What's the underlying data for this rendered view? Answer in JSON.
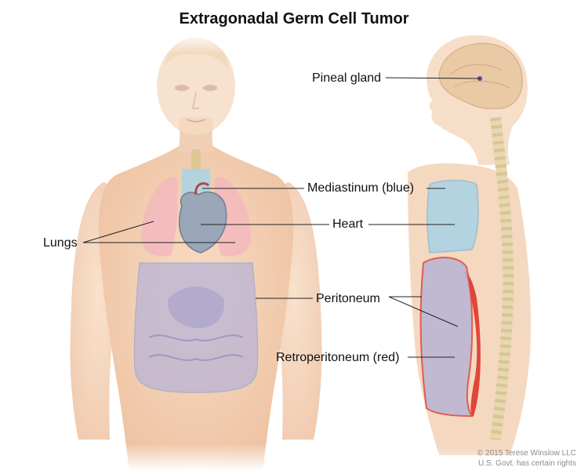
{
  "title": "Extragonadal Germ Cell Tumor",
  "labels": {
    "pineal_gland": "Pineal gland",
    "mediastinum": "Mediastinum (blue)",
    "heart": "Heart",
    "lungs": "Lungs",
    "peritoneum": "Peritoneum",
    "retroperitoneum": "Retroperitoneum (red)"
  },
  "credit": {
    "line1": "© 2015 Terese Winslow LLC",
    "line2": "U.S. Govt. has certain rights"
  },
  "colors": {
    "skin": "#f4d6bd",
    "skin_shadow": "#e8bfa0",
    "mediastinum": "#a9d3e6",
    "peritoneum": "#b9b4d6",
    "retroperitoneum": "#e0463a",
    "lungs": "#f3b9bd",
    "heart": "#9aa7b8"
  }
}
